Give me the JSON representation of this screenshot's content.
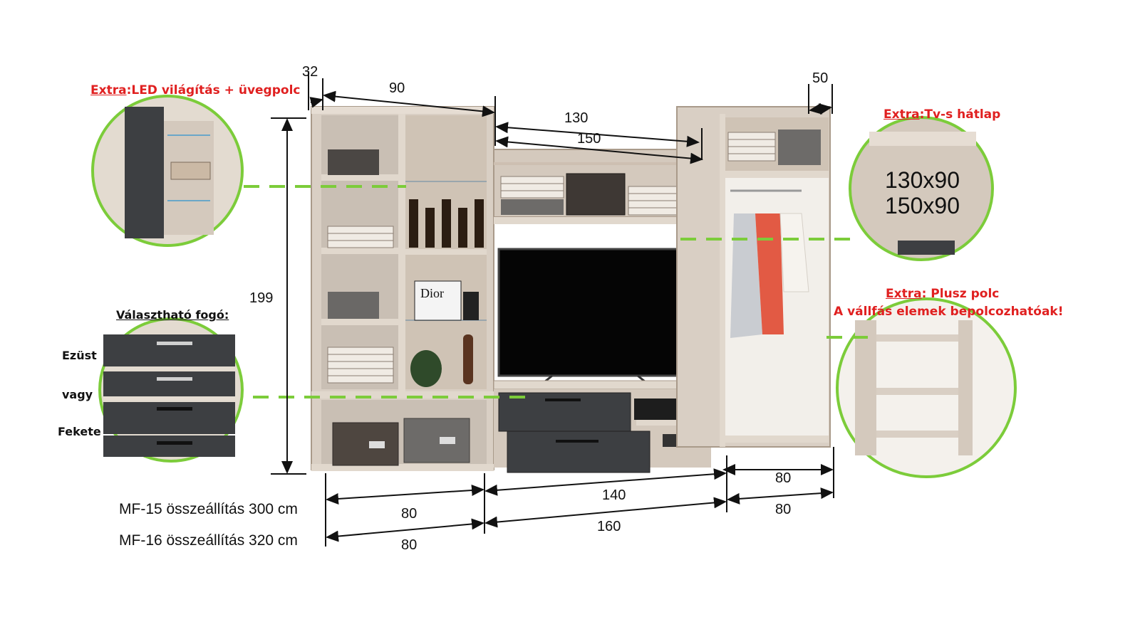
{
  "annotations": {
    "led": {
      "extra": "Extra",
      "text": ":LED világítás + üvegpolc"
    },
    "tv_back": {
      "extra": "Extra",
      "text": ":Tv-s hátlap"
    },
    "shelf": {
      "extra": "Extra",
      "text": ": Plusz polc",
      "line2": "A vállfás elemek bepolcozhatóak!"
    },
    "handle": {
      "title": "Választható fogó:",
      "opt1": "Ezüst",
      "or": "vagy",
      "opt2": "Fekete"
    }
  },
  "tv_back_sizes": [
    "130x90",
    "150x90"
  ],
  "dimensions": {
    "depth_left": "32",
    "depth_right": "50",
    "width_top_left": "90",
    "width_tv_a": "130",
    "width_tv_b": "150",
    "height": "199",
    "bottom_wardrobe_a": "80",
    "bottom_left_a": "80",
    "bottom_mid_a": "140",
    "bottom_right_a": "80",
    "bottom_left_b": "80",
    "bottom_mid_b": "160"
  },
  "configs": {
    "mf15": "MF-15 összeállítás 300 cm",
    "mf16": "MF-16 összeállítás 320 cm"
  },
  "colors": {
    "wood": "#d9cfc4",
    "wood_dark": "#b9ab9c",
    "front_dark": "#3d3f42",
    "accent_green": "#7ccc3a",
    "accent_red": "#e02020"
  }
}
